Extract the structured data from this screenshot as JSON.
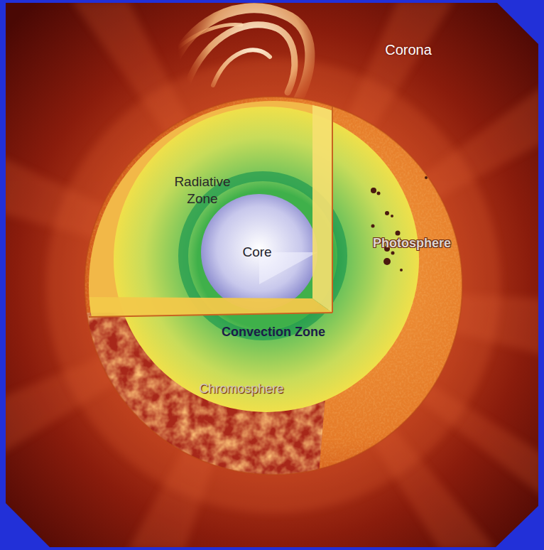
{
  "diagram": {
    "labels": [
      "Corona",
      "Radiative Zone",
      "Core",
      "Photosphere",
      "Convection Zone",
      "Chromosphere"
    ]
  }
}
